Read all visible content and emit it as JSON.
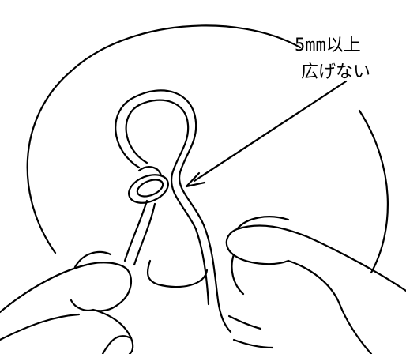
{
  "annotation": {
    "line1": "5mm以上",
    "line2": "広げない"
  },
  "colors": {
    "ink": "#000000",
    "paper": "#ffffff"
  },
  "icons": {
    "disc": "disc-outline",
    "clip": "wire-clip-loop",
    "hands": "hands-outline",
    "pointer": "arrow"
  }
}
